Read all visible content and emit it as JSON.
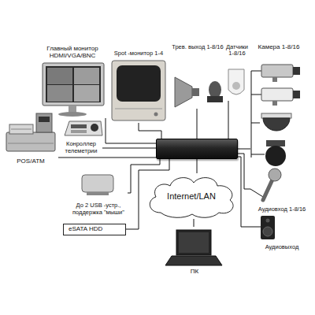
{
  "diagram": {
    "nodes": [
      {
        "text": [
          "Главный монитор HDMI/VGA/BNC"
        ]
      },
      {
        "text": [
          "Spot -монитор 1-4"
        ]
      },
      {
        "text": [
          "Трев. выход 1-8/16"
        ]
      },
      {
        "text": [
          "Датчики 1-8/16"
        ]
      },
      {
        "text": [
          "Камера 1-8/16"
        ]
      },
      {
        "text": [
          "POS/ATM"
        ]
      },
      {
        "text": [
          "Конроллер телеметрии"
        ]
      },
      {
        "text": []
      },
      {
        "text": [
          "До 2 USB -устр., поддержка \"мыши\""
        ]
      },
      {
        "text": [
          "Internet/LAN"
        ]
      },
      {
        "text": [
          "Аудиовход 1-8/16"
        ]
      },
      {
        "text": [
          "Аудиовыход"
        ]
      },
      {
        "text": [
          "eSATA HDD"
        ]
      },
      {
        "text": [
          "ПК"
        ]
      }
    ],
    "edges": [
      {
        "from": 7,
        "to": 0,
        "arrow": "none"
      },
      {
        "from": 7,
        "to": 1,
        "arrow": "none"
      },
      {
        "from": 7,
        "to": 2,
        "arrow": "none"
      },
      {
        "from": 7,
        "to": 3,
        "arrow": "none"
      },
      {
        "from": 7,
        "to": 4,
        "arrow": "none"
      },
      {
        "from": 7,
        "to": 5,
        "arrow": "none"
      },
      {
        "from": 7,
        "to": 6,
        "arrow": "none"
      },
      {
        "from": 7,
        "to": 8,
        "arrow": "none"
      },
      {
        "from": 7,
        "to": 9,
        "arrow": "none"
      },
      {
        "from": 7,
        "to": 10,
        "arrow": "none"
      },
      {
        "from": 7,
        "to": 11,
        "arrow": "none"
      },
      {
        "from": 7,
        "to": 12,
        "arrow": "none"
      },
      {
        "from": 9,
        "to": 13,
        "arrow": "none"
      }
    ]
  }
}
